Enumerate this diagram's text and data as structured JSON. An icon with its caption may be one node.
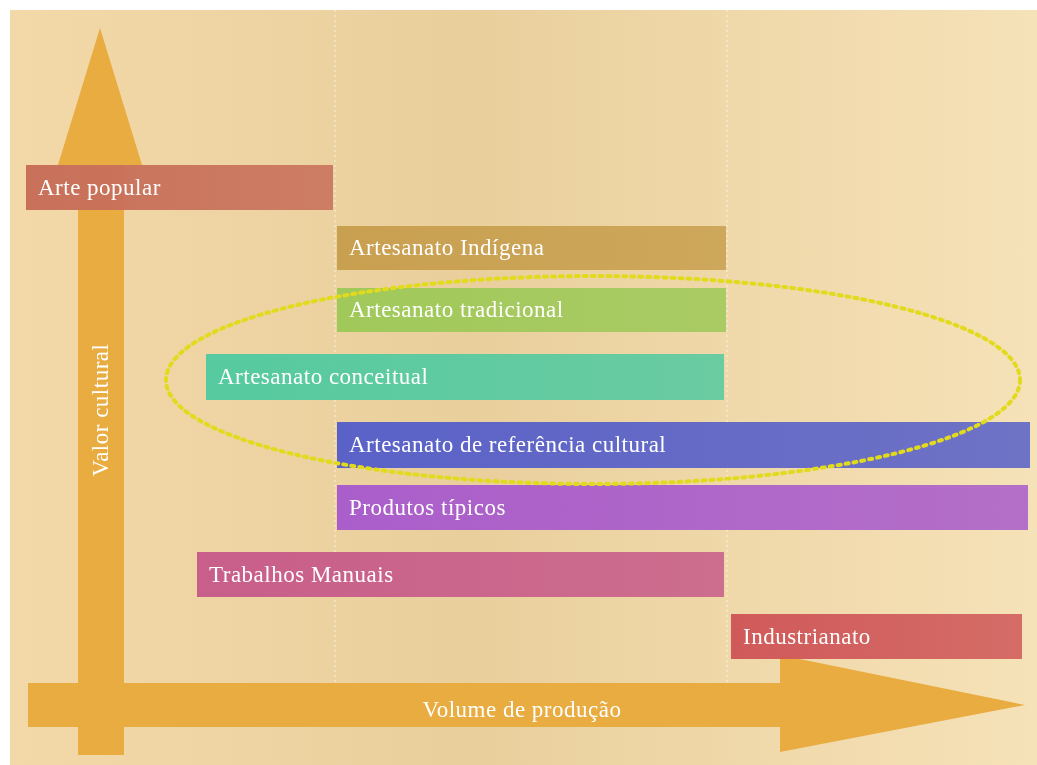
{
  "diagram": {
    "nodes": [
      {
        "text": [
          "Arte popular"
        ]
      },
      {
        "text": [
          "Artesanato Indígena"
        ]
      },
      {
        "text": [
          "Artesanato tradicional"
        ]
      },
      {
        "text": [
          "Artesanato conceitual"
        ]
      },
      {
        "text": [
          "Artesanato de referência cultural"
        ]
      },
      {
        "text": [
          "Produtos típicos"
        ]
      },
      {
        "text": [
          "Trabalhos Manuais"
        ]
      },
      {
        "text": [
          "Industrianato"
        ]
      }
    ],
    "edges": [],
    "labels": [
      "Valor cultural",
      "Volume de produção"
    ]
  }
}
